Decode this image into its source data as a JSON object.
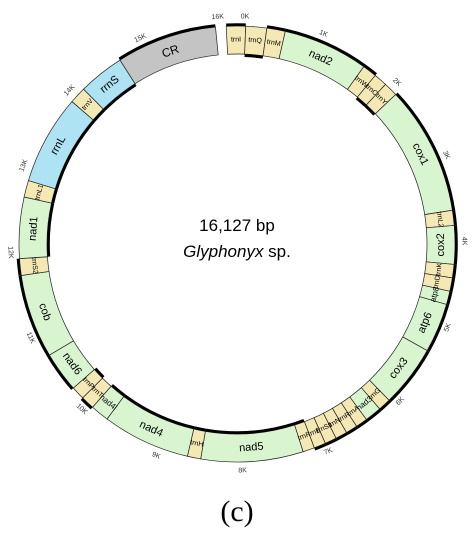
{
  "genome": {
    "length": 16127,
    "length_label": "16,127 bp",
    "species_italic": "Glyphonyx",
    "species_suffix": " sp."
  },
  "panel_label": "(c)",
  "colors": {
    "protein": "#d8f5d0",
    "trna": "#f4e8b4",
    "rrna": "#aee3f3",
    "control": "#c4c4c4",
    "outline": "#222222",
    "strand": "#000000"
  },
  "ticks": [
    "0K",
    "1K",
    "2K",
    "3K",
    "4K",
    "5K",
    "6K",
    "7K",
    "8K",
    "9K",
    "10K",
    "11K",
    "12K",
    "13K",
    "14K",
    "15K",
    "16K"
  ],
  "segments": [
    {
      "name": "trnI",
      "start": 16000,
      "end": 16230,
      "type": "trna",
      "strand": "J"
    },
    {
      "name": "trnQ",
      "start": 16230,
      "end": 16480,
      "type": "trna",
      "strand": "N"
    },
    {
      "name": "trnM",
      "start": 16480,
      "end": 16700,
      "type": "trna",
      "strand": "J"
    },
    {
      "name": "nad2",
      "start": 16700,
      "end": 17720,
      "type": "protein",
      "strand": "J"
    },
    {
      "name": "trnW",
      "start": 17720,
      "end": 17890,
      "type": "trna",
      "strand": "J"
    },
    {
      "name": "trnC",
      "start": 17890,
      "end": 18050,
      "type": "trna",
      "strand": "N"
    },
    {
      "name": "trnY",
      "start": 18050,
      "end": 18220,
      "type": "trna",
      "strand": "N"
    },
    {
      "name": "cox1",
      "start": 18220,
      "end": 19760,
      "type": "protein",
      "strand": "J"
    },
    {
      "name": "trnL2",
      "start": 19760,
      "end": 19940,
      "type": "trna",
      "strand": "J"
    },
    {
      "name": "cox2",
      "start": 19940,
      "end": 20400,
      "type": "protein",
      "strand": "J"
    },
    {
      "name": "trnK",
      "start": 20400,
      "end": 20560,
      "type": "trna",
      "strand": "J"
    },
    {
      "name": "trnD",
      "start": 20560,
      "end": 20720,
      "type": "trna",
      "strand": "J"
    },
    {
      "name": "atp8",
      "start": 20720,
      "end": 20880,
      "type": "protein",
      "strand": "J"
    },
    {
      "name": "atp6",
      "start": 20880,
      "end": 21470,
      "type": "protein",
      "strand": "J"
    },
    {
      "name": "cox3",
      "start": 21470,
      "end": 22210,
      "type": "protein",
      "strand": "J"
    },
    {
      "name": "trnG",
      "start": 22210,
      "end": 22360,
      "type": "trna",
      "strand": "J"
    },
    {
      "name": "nad3",
      "start": 22360,
      "end": 22560,
      "type": "protein",
      "strand": "J"
    },
    {
      "name": "trnA",
      "start": 22560,
      "end": 22700,
      "type": "trna",
      "strand": "J"
    },
    {
      "name": "trnR",
      "start": 22700,
      "end": 22840,
      "type": "trna",
      "strand": "J"
    },
    {
      "name": "trnN",
      "start": 22840,
      "end": 22980,
      "type": "trna",
      "strand": "J"
    },
    {
      "name": "trnS1",
      "start": 22980,
      "end": 23120,
      "type": "trna",
      "strand": "J"
    },
    {
      "name": "trnE",
      "start": 23120,
      "end": 23260,
      "type": "trna",
      "strand": "J"
    },
    {
      "name": "trnF",
      "start": 23260,
      "end": 23400,
      "type": "trna",
      "strand": "N"
    },
    {
      "name": "nad5",
      "start": 23400,
      "end": 24620,
      "type": "protein",
      "strand": "N"
    },
    {
      "name": "trnH",
      "start": 24620,
      "end": 24780,
      "type": "trna",
      "strand": "N"
    },
    {
      "name": "nad4",
      "start": 24780,
      "end": 25830,
      "type": "protein",
      "strand": "N"
    },
    {
      "name": "nad4l",
      "start": 25830,
      "end": 26050,
      "type": "protein",
      "strand": "N"
    },
    {
      "name": "trnT",
      "start": 26050,
      "end": 26210,
      "type": "trna",
      "strand": "J"
    },
    {
      "name": "trnP",
      "start": 26210,
      "end": 26370,
      "type": "trna",
      "strand": "N"
    },
    {
      "name": "nad6",
      "start": 26370,
      "end": 26850,
      "type": "protein",
      "strand": "J"
    },
    {
      "name": "cob",
      "start": 26850,
      "end": 27850,
      "type": "protein",
      "strand": "J"
    },
    {
      "name": "trnS2",
      "start": 27850,
      "end": 28050,
      "type": "trna",
      "strand": "J"
    },
    {
      "name": "nad1",
      "start": 28050,
      "end": 28780,
      "type": "protein",
      "strand": "N"
    },
    {
      "name": "trnL1",
      "start": 28780,
      "end": 28980,
      "type": "trna",
      "strand": "N"
    },
    {
      "name": "rrnL",
      "start": 28980,
      "end": 30050,
      "type": "rrna",
      "strand": "N"
    },
    {
      "name": "trnV",
      "start": 30050,
      "end": 30250,
      "type": "trna",
      "strand": "N"
    },
    {
      "name": "rrnS",
      "start": 30250,
      "end": 30800,
      "type": "rrna",
      "strand": "N"
    },
    {
      "name": "CR",
      "start": 30800,
      "end": 32000,
      "type": "control",
      "strand": "J"
    }
  ]
}
